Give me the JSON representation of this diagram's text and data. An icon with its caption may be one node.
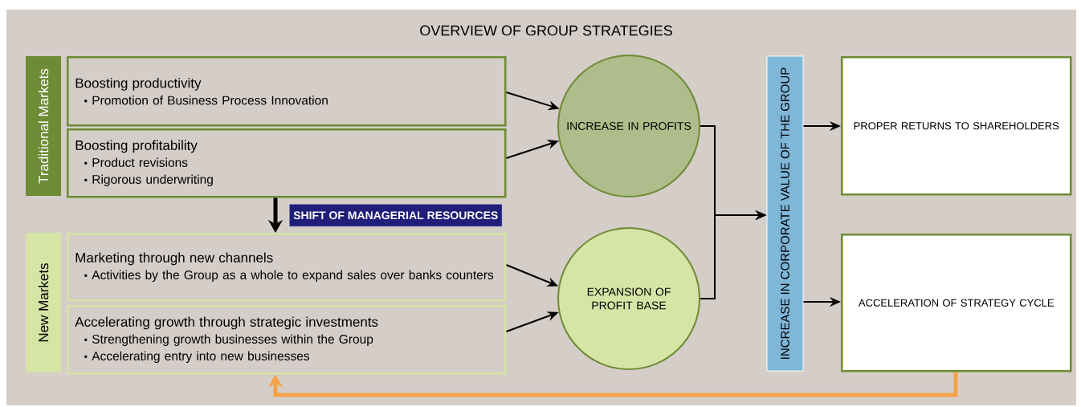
{
  "diagram": {
    "title": "OVERVIEW OF GROUP STRATEGIES",
    "nodes": [
      {
        "text": [
          "Traditional Markets"
        ]
      },
      {
        "text": [
          "Boosting productivity",
          "Promotion of Business Process Innovation"
        ]
      },
      {
        "text": [
          "Boosting profitability",
          "Product revisions",
          "Rigorous underwriting"
        ]
      },
      {
        "text": [
          "New Markets"
        ]
      },
      {
        "text": [
          "Marketing through new channels",
          "Activities by the Group as a whole to expand sales over banks counters"
        ]
      },
      {
        "text": [
          "Accelerating growth through strategic investments",
          "Strengthening growth businesses within the Group",
          "Accelerating entry into new businesses"
        ]
      },
      {
        "text": [
          "INCREASE IN PROFITS"
        ]
      },
      {
        "text": [
          "EXPANSION OF PROFIT BASE"
        ]
      },
      {
        "text": [
          "INCREASE IN CORPORATE VALUE OF THE GROUP"
        ]
      },
      {
        "text": [
          "PROPER RETURNS TO SHAREHOLDERS"
        ]
      },
      {
        "text": [
          "ACCELERATION OF STRATEGY CYCLE"
        ]
      }
    ],
    "edges": [
      {
        "from": 1,
        "to": 6,
        "arrow": "to"
      },
      {
        "from": 2,
        "to": 6,
        "arrow": "to"
      },
      {
        "from": 2,
        "to": 4,
        "arrow": "to",
        "label": "SHIFT OF MANAGERIAL RESOURCES",
        "style": "thick"
      },
      {
        "from": 4,
        "to": 7,
        "arrow": "to"
      },
      {
        "from": 5,
        "to": 7,
        "arrow": "to"
      },
      {
        "from": 6,
        "to": 8,
        "arrow": "to"
      },
      {
        "from": 7,
        "to": 8,
        "arrow": "to"
      },
      {
        "from": 8,
        "to": 9,
        "arrow": "to"
      },
      {
        "from": 8,
        "to": 10,
        "arrow": "to"
      },
      {
        "from": 10,
        "to": 5,
        "arrow": "to",
        "style": "thick",
        "color": "#f4a245"
      }
    ]
  }
}
